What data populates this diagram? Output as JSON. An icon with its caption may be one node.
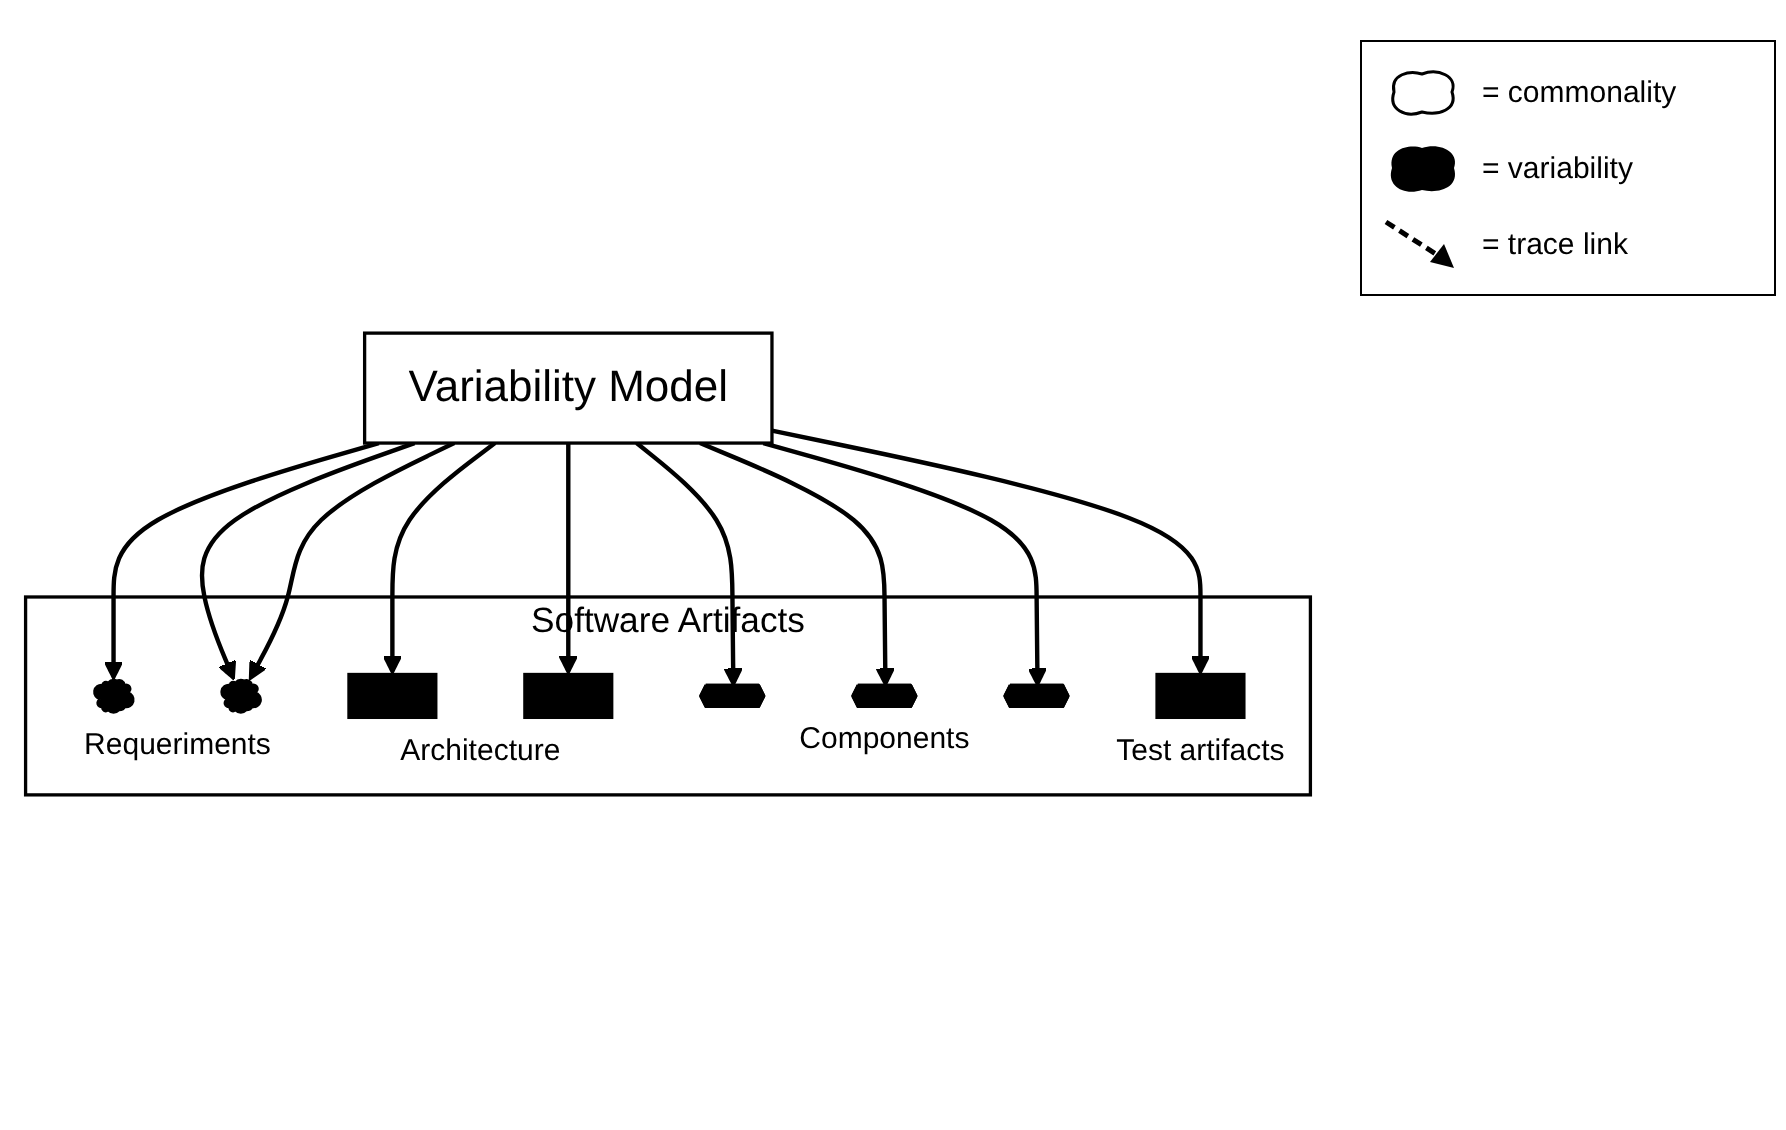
{
  "diagram": {
    "nodes": [
      {
        "text": [
          "Variability Model"
        ]
      },
      {
        "text": [
          "Software Artifacts"
        ]
      },
      {
        "text": [],
        "shape": "cloud",
        "in": 1
      },
      {
        "text": [],
        "shape": "cloud",
        "in": 1
      },
      {
        "text": [],
        "shape": "box",
        "in": 1
      },
      {
        "text": [],
        "shape": "box",
        "in": 1
      },
      {
        "text": [],
        "shape": "pentagon",
        "in": 1
      },
      {
        "text": [],
        "shape": "pentagon",
        "in": 1
      },
      {
        "text": [],
        "shape": "pentagon",
        "in": 1
      },
      {
        "text": [],
        "shape": "box",
        "in": 1
      }
    ],
    "edges": [
      {
        "from": 0,
        "to": 2,
        "arrow": "to"
      },
      {
        "from": 0,
        "to": 3,
        "arrow": "to"
      },
      {
        "from": 0,
        "to": 4,
        "arrow": "to"
      },
      {
        "from": 0,
        "to": 6,
        "arrow": "to"
      },
      {
        "from": 0,
        "to": 7,
        "arrow": "to"
      },
      {
        "from": 0,
        "to": 3,
        "arrow": "to"
      },
      {
        "from": 0,
        "to": 5,
        "arrow": "to"
      },
      {
        "from": 0,
        "to": 8,
        "arrow": "to"
      },
      {
        "from": 0,
        "to": 9,
        "arrow": "to"
      }
    ],
    "labels": [
      "Requeriments",
      "Architecture",
      "Components",
      "Test artifacts"
    ],
    "legend": [
      {
        "text": "= commonality"
      },
      {
        "text": "= variability"
      },
      {
        "text": "= trace link"
      }
    ]
  }
}
